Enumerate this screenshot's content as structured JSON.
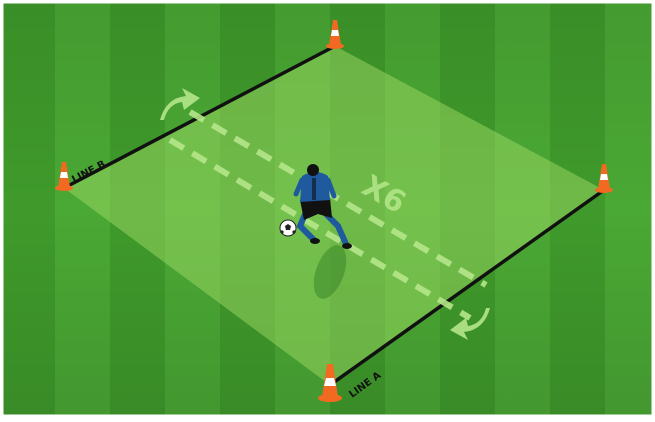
{
  "labels": {
    "line_a": "LINE A",
    "line_b": "LINE B",
    "reps": "X6"
  },
  "colors": {
    "grass_dark": "#3f9a2b",
    "grass_light": "#4aa834",
    "pitch_area": "#8fd35a",
    "line": "#111111",
    "cone_orange": "#f26a21",
    "cone_white": "#ffffff",
    "player_shirt": "#1f5a9e",
    "player_shorts": "#111111",
    "run_path": "#b5e68a"
  },
  "icons": {
    "cones": "traffic-cone-icon",
    "ball": "soccer-ball-icon",
    "player": "player-figure-icon",
    "arrows": "curved-arrow-icon"
  }
}
